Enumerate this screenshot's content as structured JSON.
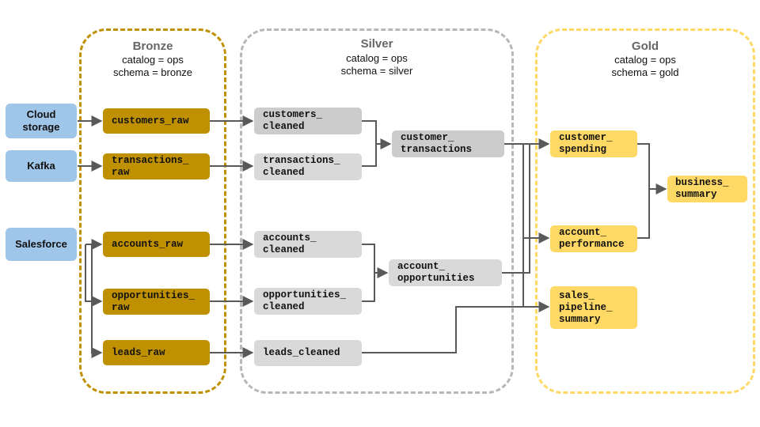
{
  "zones": {
    "bronze": {
      "title": "Bronze",
      "catalog": "catalog = ops",
      "schema": "schema = bronze",
      "color": "#bf9000"
    },
    "silver": {
      "title": "Silver",
      "catalog": "catalog = ops",
      "schema": "schema = silver",
      "color": "#b7b7b7"
    },
    "gold": {
      "title": "Gold",
      "catalog": "catalog = ops",
      "schema": "schema = gold",
      "color": "#ffd966"
    }
  },
  "sources": {
    "cloud_storage": "Cloud\nstorage",
    "kafka": "Kafka",
    "salesforce": "Salesforce"
  },
  "bronze_tables": {
    "customers_raw": "customers_raw",
    "transactions_raw": "transactions_\nraw",
    "accounts_raw": "accounts_raw",
    "opportunities_raw": "opportunities_\nraw",
    "leads_raw": "leads_raw"
  },
  "silver_tables": {
    "customers_cleaned": "customers_\ncleaned",
    "transactions_cleaned": "transactions_\ncleaned",
    "accounts_cleaned": "accounts_\ncleaned",
    "opportunities_cleaned": "opportunities_\ncleaned",
    "leads_cleaned": "leads_cleaned",
    "customer_transactions": "customer_\ntransactions",
    "account_opportunities": "account_\nopportunities"
  },
  "gold_tables": {
    "customer_spending": "customer_\nspending",
    "account_performance": "account_\nperformance",
    "sales_pipeline_summary": "sales_\npipeline_\nsummary",
    "business_summary": "business_\nsummary"
  },
  "colors": {
    "source": "#9fc5e8",
    "bronze_table": "#bf9000",
    "silver_table": "#d9d9d9",
    "gold_table": "#ffd966",
    "connector": "#595959"
  }
}
